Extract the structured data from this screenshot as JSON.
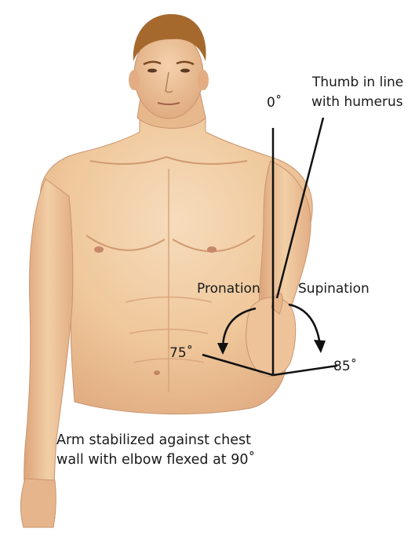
{
  "labels": {
    "thumb_line1": "Thumb in line",
    "thumb_line2": "with humerus",
    "zero": "0˚",
    "pronation": "Pronation",
    "supination": "Supination",
    "deg_75": "75˚",
    "deg_85": "85˚"
  },
  "caption": {
    "line1": "Arm stabilized against chest",
    "line2": "wall with elbow flexed at 90˚"
  },
  "colors": {
    "skin": "#efc79a",
    "skin_shadow": "#d9a27a",
    "skin_highlight": "#f6dcbc",
    "hair": "#a5692e",
    "line": "#111111"
  }
}
